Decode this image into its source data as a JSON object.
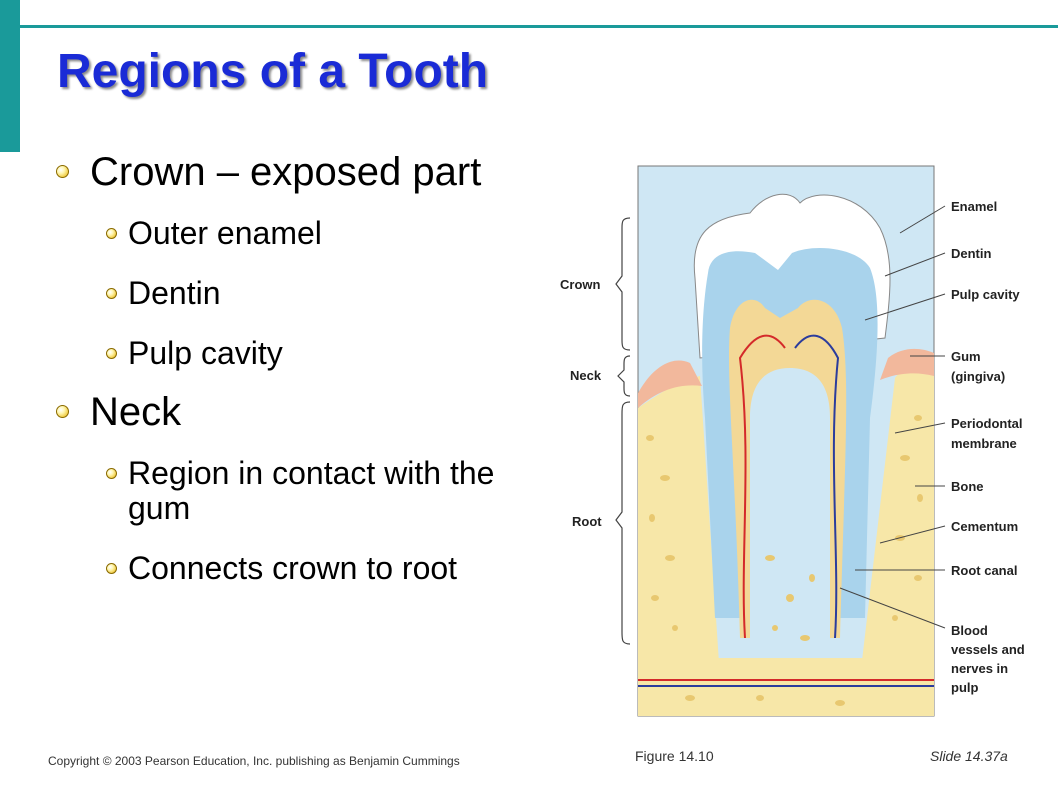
{
  "title": "Regions of a Tooth",
  "bullets": [
    {
      "text": "Crown – exposed part",
      "sub": [
        "Outer enamel",
        "Dentin",
        "Pulp cavity"
      ]
    },
    {
      "text": "Neck",
      "sub": [
        "Region in contact with the gum",
        "Connects crown to root"
      ]
    }
  ],
  "figure": {
    "left_labels": {
      "crown": "Crown",
      "neck": "Neck",
      "root": "Root"
    },
    "right_labels": {
      "enamel": "Enamel",
      "dentin": "Dentin",
      "pulp_cavity": "Pulp cavity",
      "gum_1": "Gum",
      "gum_2": "(gingiva)",
      "periodontal_1": "Periodontal",
      "periodontal_2": "membrane",
      "bone": "Bone",
      "cementum": "Cementum",
      "root_canal": "Root canal",
      "blood_1": "Blood",
      "blood_2": "vessels and",
      "blood_3": "nerves in",
      "blood_4": "pulp"
    },
    "colors": {
      "enamel": "#ffffff",
      "dentin": "#a9d3ec",
      "pulp": "#f3d896",
      "gum": "#f2b89c",
      "bone": "#f7e7a8",
      "background": "#cfe7f4",
      "artery": "#d42a2a",
      "vein": "#2b3c9c"
    }
  },
  "footer": {
    "copyright": "Copyright © 2003 Pearson Education, Inc. publishing as Benjamin Cummings",
    "figure": "Figure 14.10",
    "slide": "Slide 14.37a"
  }
}
